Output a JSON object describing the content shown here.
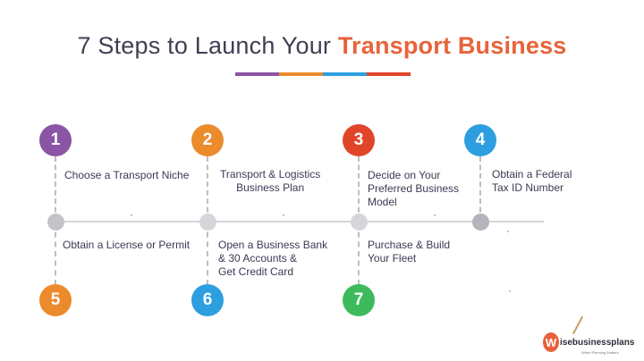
{
  "title": {
    "prefix": "7 Steps to Launch Your ",
    "highlight": "Transport Business"
  },
  "colors": {
    "purple": "#8a55a5",
    "orange": "#ec8b2c",
    "red": "#e0452a",
    "blue": "#2d9fe0",
    "green": "#3dbb5c",
    "node_gray": "#c4c4c8",
    "line_gray": "#d4d4d8",
    "title_accent": "#e8633a",
    "title_text": "#3f3f52"
  },
  "underline_colors": [
    "#8a55a5",
    "#ec8b2c",
    "#2d9fe0",
    "#e0452a"
  ],
  "steps": [
    {
      "number": "1",
      "label": "Choose a Transport Niche",
      "color": "#8a55a5"
    },
    {
      "number": "2",
      "label": "Transport & Logistics\nBusiness Plan",
      "color": "#ec8b2c"
    },
    {
      "number": "3",
      "label": "Decide on Your\nPreferred Business\nModel",
      "color": "#e0452a"
    },
    {
      "number": "4",
      "label": "Obtain a Federal\nTax ID Number",
      "color": "#2d9fe0"
    },
    {
      "number": "5",
      "label": "Obtain a License or Permit",
      "color": "#ec8b2c"
    },
    {
      "number": "6",
      "label": "Open a Business Bank\n& 30 Accounts &\nGet Credit Card",
      "color": "#2d9fe0"
    },
    {
      "number": "7",
      "label": "Purchase & Build\nYour Fleet",
      "color": "#3dbb5c"
    }
  ],
  "logo": {
    "mark": "W",
    "name": "isebusinessplans",
    "tagline": "When Planning Matters"
  }
}
